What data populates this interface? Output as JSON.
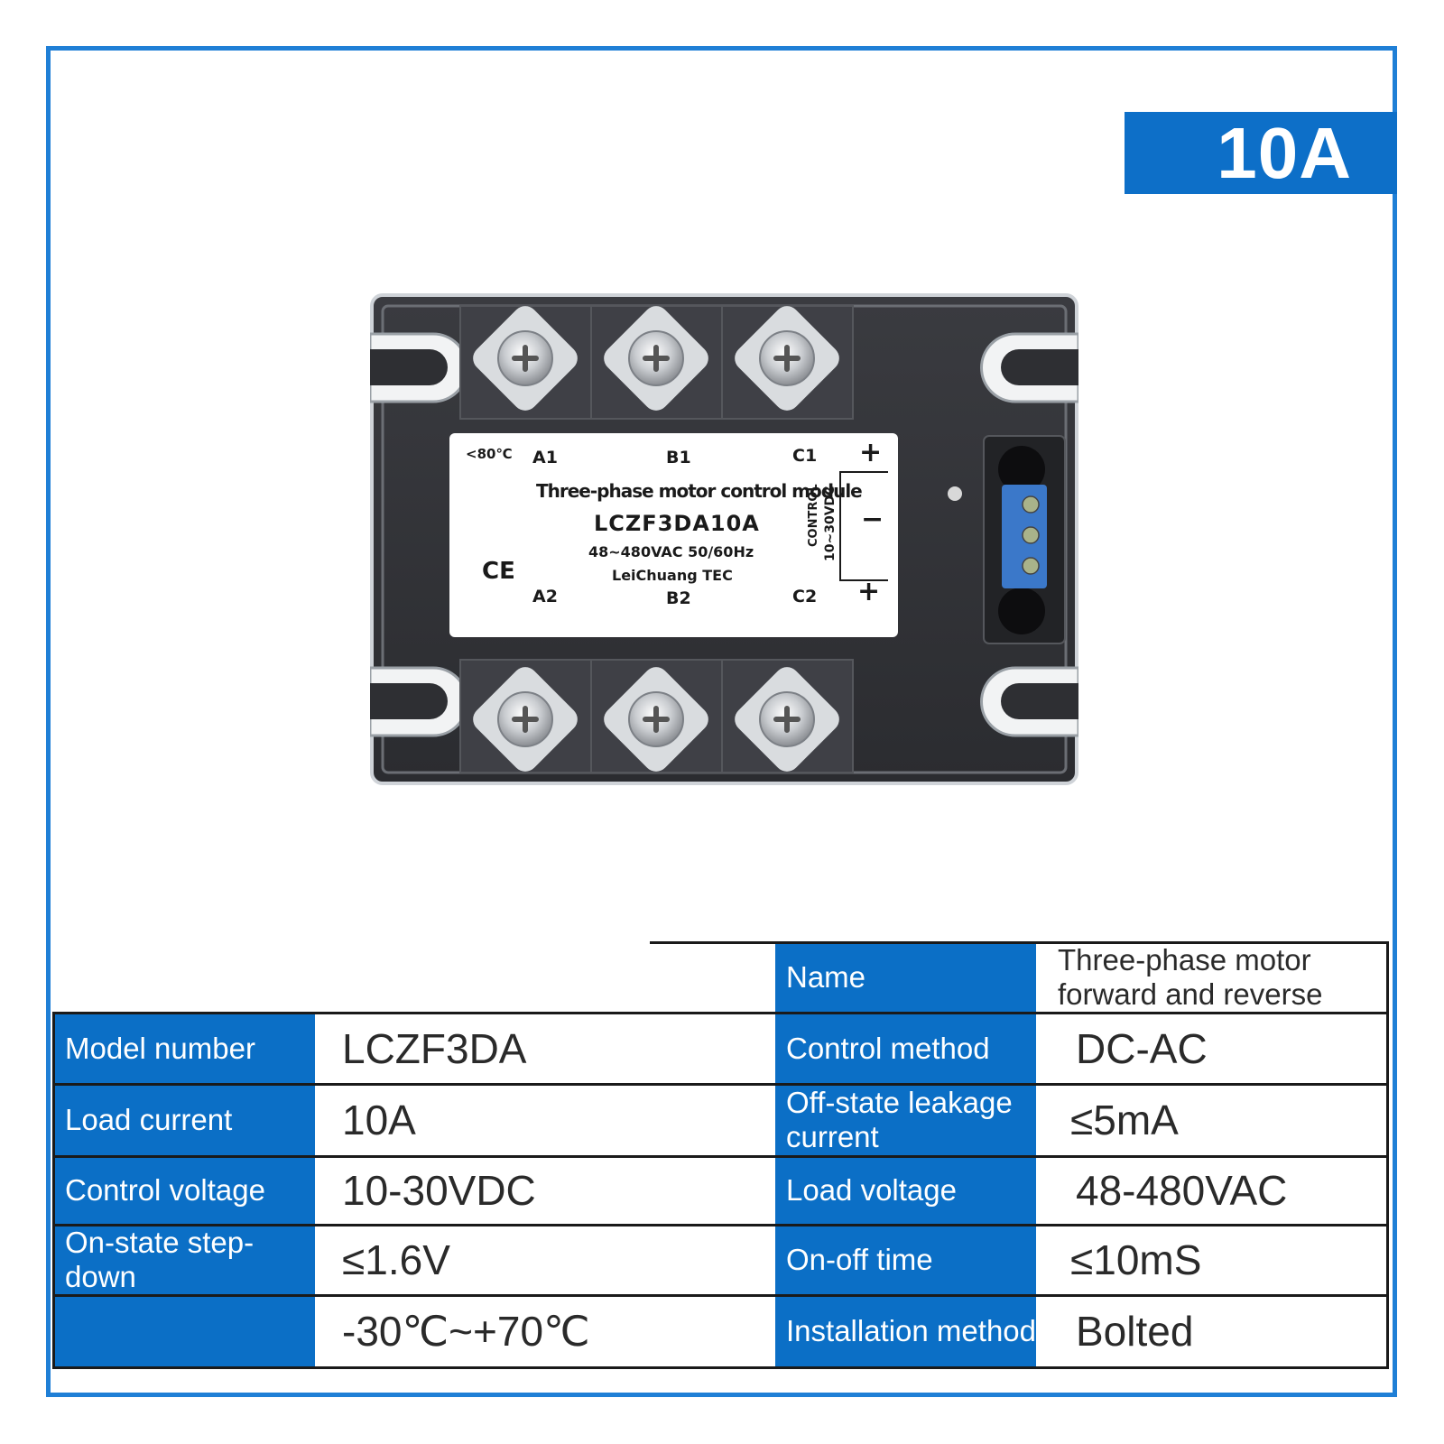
{
  "badge": "10A",
  "module_label": {
    "temp": "<80℃",
    "terminals_top": [
      "A1",
      "B1",
      "C1"
    ],
    "terminals_bottom": [
      "A2",
      "B2",
      "C2"
    ],
    "title": "Three-phase motor control module",
    "model": "LCZF3DA10A",
    "rating": "48~480VAC  50/60Hz",
    "brand": "LeiChuang TEC",
    "ce": "CE",
    "control_word": "CONTROL",
    "control_range": "10~30VDC",
    "plus_top": "+",
    "minus": "−",
    "plus_bottom": "+"
  },
  "specs": {
    "name_label": "Name",
    "name_value": "Three-phase motor forward and reverse",
    "left": [
      {
        "label": "Model number",
        "value": "LCZF3DA"
      },
      {
        "label": "Load current",
        "value": "10A"
      },
      {
        "label": "Control voltage",
        "value": "10-30VDC"
      },
      {
        "label": "On-state step-down",
        "value": "≤1.6V"
      },
      {
        "label": "",
        "value": "-30℃~+70℃"
      }
    ],
    "right": [
      {
        "label": "Control method",
        "value": "DC-AC"
      },
      {
        "label": "Off-state leakage current",
        "value": "≤5mA"
      },
      {
        "label": "Load voltage",
        "value": "48-480VAC"
      },
      {
        "label": "On-off time",
        "value": "≤10mS"
      },
      {
        "label": "Installation method",
        "value": "Bolted"
      }
    ]
  },
  "colors": {
    "frame": "#1f7fd6",
    "header": "#0b6fc6",
    "module_body": "#2e2f33",
    "terminal_block": "#3b78c9"
  }
}
